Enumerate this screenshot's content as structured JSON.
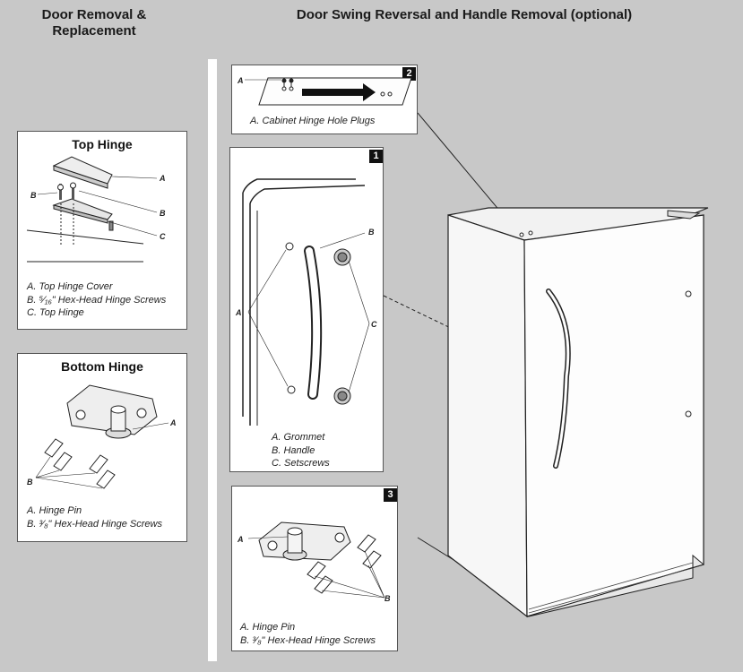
{
  "headings": {
    "left": "Door Removal & Replacement",
    "right": "Door Swing Reversal and Handle Removal (optional)"
  },
  "top_hinge": {
    "title": "Top Hinge",
    "callouts": [
      "A",
      "B",
      "B",
      "C"
    ],
    "legend": [
      "A. Top Hinge Cover",
      "B. ⁵⁄₁₆\" Hex-Head Hinge Screws",
      "C. Top Hinge"
    ]
  },
  "bottom_hinge": {
    "title": "Bottom Hinge",
    "callouts": [
      "A",
      "B"
    ],
    "legend": [
      "A. Hinge Pin",
      "B. ³⁄₈\" Hex-Head Hinge Screws"
    ]
  },
  "step1": {
    "badge": "1",
    "callouts": [
      "B",
      "A",
      "C"
    ],
    "legend": [
      "A. Grommet",
      "B. Handle",
      "C. Setscrews"
    ]
  },
  "step2": {
    "badge": "2",
    "callouts": [
      "A"
    ],
    "legend": [
      "A. Cabinet Hinge Hole Plugs"
    ]
  },
  "step3": {
    "badge": "3",
    "callouts": [
      "A",
      "B"
    ],
    "legend": [
      "A. Hinge Pin",
      "B. ³⁄₈\" Hex-Head Hinge Screws"
    ]
  }
}
